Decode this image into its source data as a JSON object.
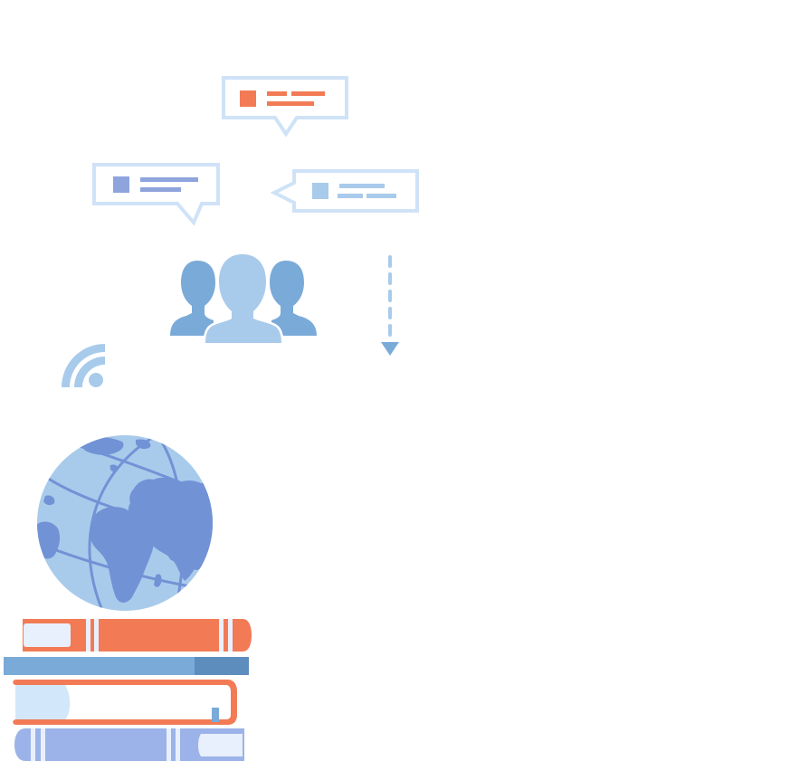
{
  "illustration": {
    "theme": "online-education-communication",
    "elements": [
      "speech-bubble-top",
      "speech-bubble-left",
      "speech-bubble-right",
      "user-group",
      "dashed-down-arrow",
      "wifi-signal",
      "globe",
      "book-stack"
    ]
  },
  "colors": {
    "background": "#ffffff",
    "bubble_outline": "#cfe2f7",
    "orange": "#f27b56",
    "indigo": "#8ea4dd",
    "light_blue": "#a9cbeb",
    "mid_blue": "#7aaad8",
    "dark_blue": "#5d8dbd",
    "globe_ocean": "#a9cbeb",
    "globe_land": "#7292d6",
    "book_pages": "#e9f0fd",
    "book_pale": "#d3e7fa",
    "book_periwinkle": "#9bb3e8"
  }
}
